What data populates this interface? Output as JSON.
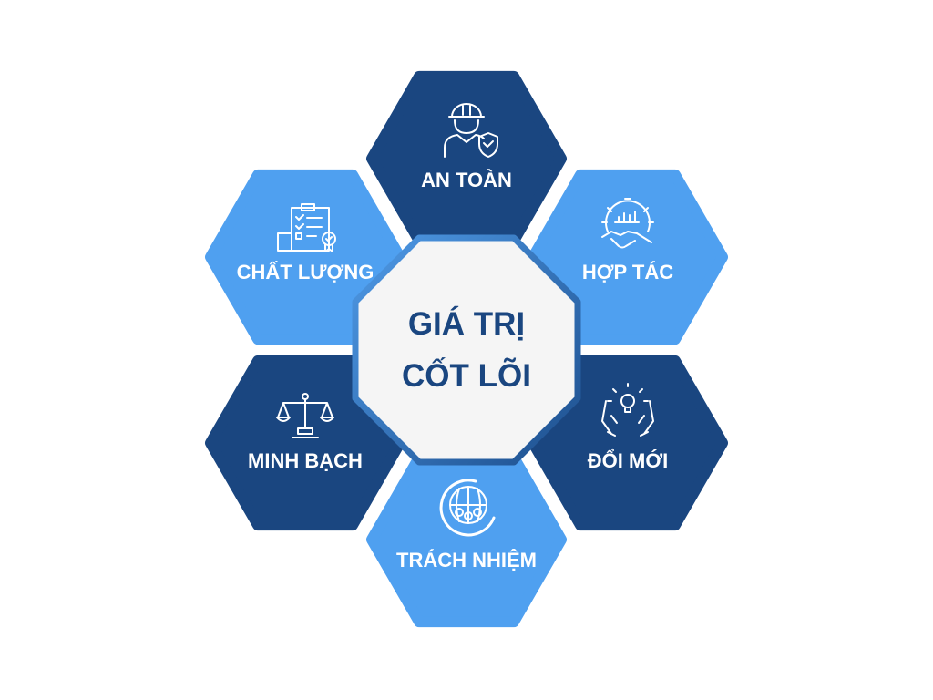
{
  "center": {
    "line1": "GIÁ TRỊ",
    "line2": "CỐT LÕI"
  },
  "values": [
    {
      "label": "AN TOÀN",
      "icon": "worker-shield-icon",
      "color": "#1a4680"
    },
    {
      "label": "CHẤT LƯỢNG",
      "icon": "clipboard-checklist-icon",
      "color": "#4fa0f0"
    },
    {
      "label": "HỢP TÁC",
      "icon": "gear-handshake-icon",
      "color": "#4fa0f0"
    },
    {
      "label": "MINH BẠCH",
      "icon": "balance-scale-icon",
      "color": "#1a4680"
    },
    {
      "label": "ĐỔI MỚI",
      "icon": "hands-lightbulb-icon",
      "color": "#1a4680"
    },
    {
      "label": "TRÁCH NHIỆM",
      "icon": "globe-people-icon",
      "color": "#4fa0f0"
    }
  ],
  "colors": {
    "dark": "#1a4680",
    "light": "#4fa0f0",
    "center_fill": "#f5f5f5"
  }
}
